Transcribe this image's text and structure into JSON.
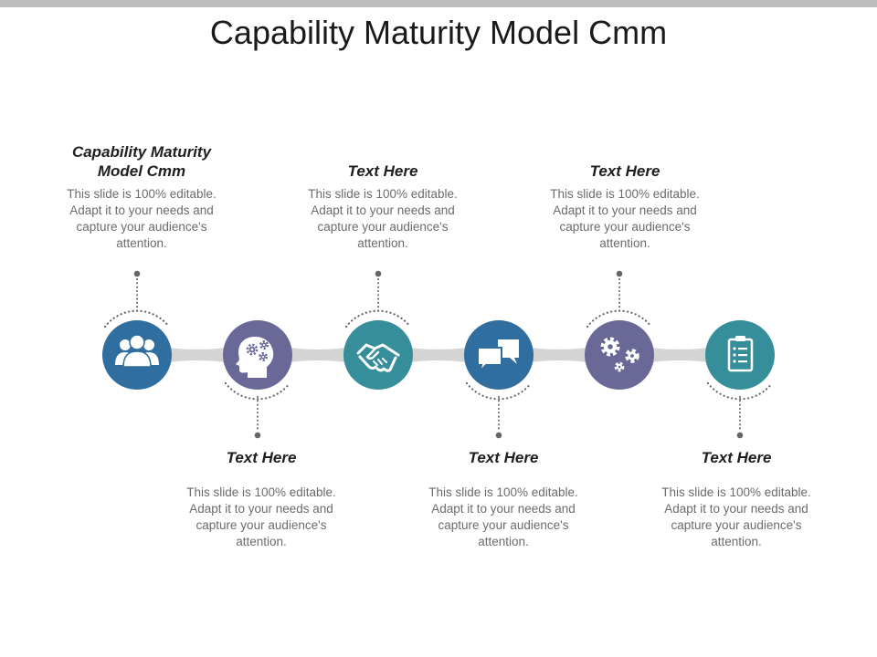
{
  "slide": {
    "title": "Capability Maturity Model Cmm"
  },
  "colors": {
    "blue_dark": "#2f6e9e",
    "purple": "#6a6897",
    "teal": "#368e9a",
    "connector": "#d4d4d4",
    "dots": "#666666"
  },
  "steps": [
    {
      "heading": "Capability Maturity Model Cmm",
      "text": "This slide is 100% editable. Adapt it to your needs and capture your audience's attention.",
      "icon": "users-group-icon",
      "color": "#2f6e9e"
    },
    {
      "heading": "Text Here",
      "text": "This slide is 100% editable. Adapt it to your needs and capture your audience's attention.",
      "icon": "head-gears-icon",
      "color": "#6a6897"
    },
    {
      "heading": "Text Here",
      "text": "This slide is 100% editable. Adapt it to your needs and capture your audience's attention.",
      "icon": "handshake-icon",
      "color": "#368e9a"
    },
    {
      "heading": "Text Here",
      "text": "This slide is 100% editable. Adapt it to your needs and capture your audience's attention.",
      "icon": "chat-bubbles-icon",
      "color": "#2f6e9e"
    },
    {
      "heading": "Text Here",
      "text": "This slide is 100% editable. Adapt it to your needs and capture your audience's attention.",
      "icon": "gears-icon",
      "color": "#6a6897"
    },
    {
      "heading": "Text Here",
      "text": "This slide is 100% editable. Adapt it to your needs and capture your audience's attention.",
      "icon": "clipboard-list-icon",
      "color": "#368e9a"
    }
  ]
}
